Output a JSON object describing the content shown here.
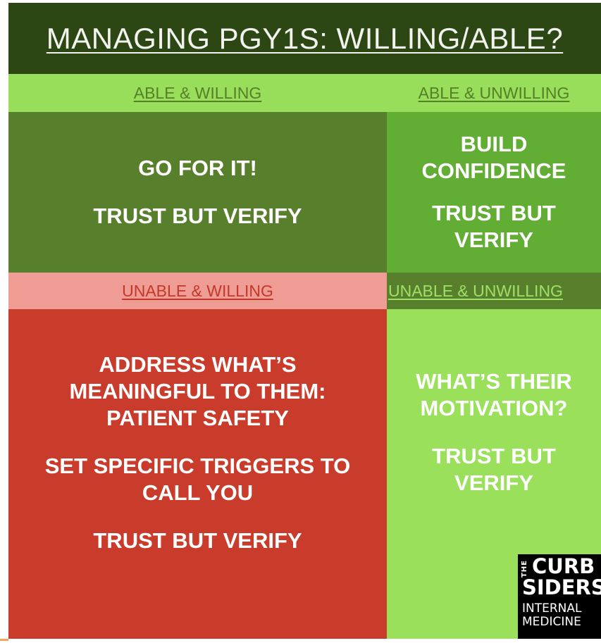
{
  "title": "MANAGING PGY1S: WILLING/ABLE?",
  "quadrants": {
    "able_willing": {
      "label": "ABLE & WILLING",
      "lines": [
        "GO FOR IT!",
        "TRUST BUT VERIFY"
      ]
    },
    "able_unwilling": {
      "label": "ABLE & UNWILLING",
      "lines": [
        "BUILD CONFIDENCE",
        "TRUST BUT VERIFY"
      ]
    },
    "unable_willing": {
      "label": "UNABLE & WILLING",
      "lines": [
        "ADDRESS WHAT’S MEANINGFUL TO THEM: PATIENT SAFETY",
        "SET SPECIFIC TRIGGERS TO CALL YOU",
        "TRUST BUT VERIFY"
      ]
    },
    "unable_unwilling": {
      "label": "UNABLE & UNWILLING",
      "lines": [
        "WHAT’S THEIR MOTIVATION?",
        "TRUST BUT VERIFY"
      ]
    }
  },
  "logo": {
    "prefix": "THE",
    "line1": "CURB",
    "line2": "SIDERS",
    "line3": "INTERNAL",
    "line4": "MEDICINE"
  },
  "colors": {
    "title_bg": "#2d4714",
    "able_willing_bg": "#587f2c",
    "able_unwilling_bg": "#62ad34",
    "unable_willing_bg": "#c93b2b",
    "unable_unwilling_bg": "#9ae05b",
    "label_band_green": "#98de5a",
    "label_band_red": "#ef9d94"
  }
}
